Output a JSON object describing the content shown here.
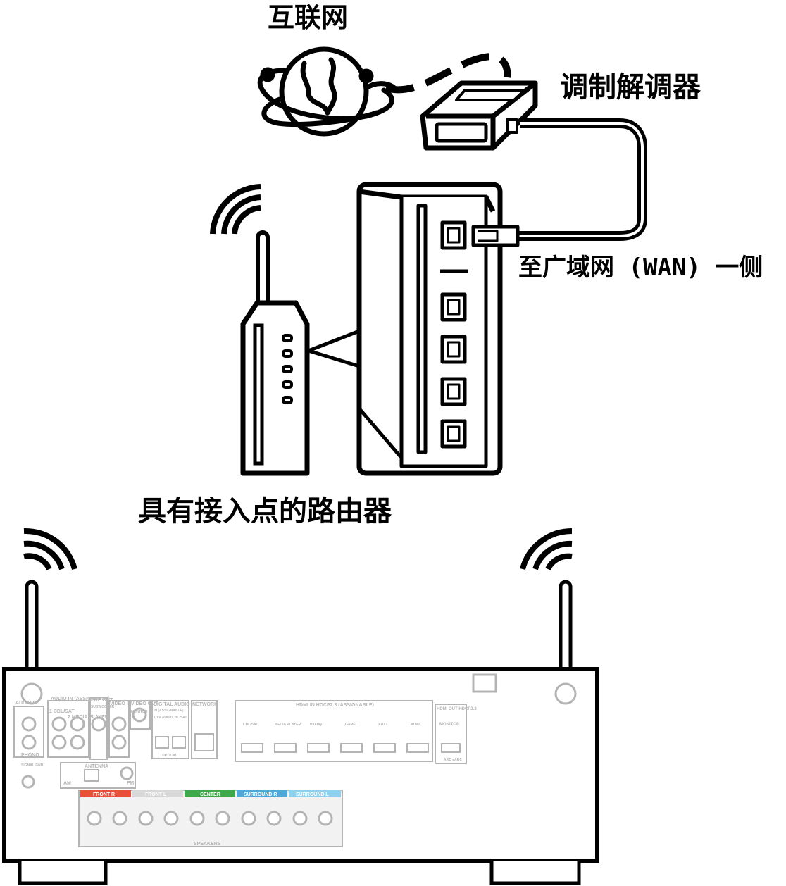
{
  "labels": {
    "internet": "互联网",
    "modem": "调制解调器",
    "wan_side": "至广域网 (WAN) 一侧",
    "router": "具有接入点的路由器"
  },
  "receiver_panel": {
    "audio_in": "AUDIO IN",
    "audio_in_assignable": "AUDIO IN (ASSIGNABLE)",
    "cbl_sat": "1 CBL/SAT",
    "media_player": "2 MEDIA PLAYER",
    "phono": "PHONO",
    "pre_out": "PRE OUT",
    "subwoofer": "SUBWOOFER",
    "video_in": "VIDEO IN",
    "video_out": "VIDEO OUT",
    "monitor": "MONITOR",
    "digital_audio": "DIGITAL AUDIO",
    "digital_assignable": "IN (ASSIGNABLE)",
    "tv_audio": "1 TV AUDIO",
    "cbl_sat_2": "2 CBL/SAT",
    "optical": "OPTICAL",
    "network": "NETWORK",
    "hdmi_in": "HDMI IN HDCP2.3 (ASSIGNABLE)",
    "hdmi_inputs": [
      "CBL/SAT",
      "MEDIA PLAYER",
      "Blu-ray",
      "GAME",
      "AUX1",
      "AUX2"
    ],
    "hdmi_out": "HDMI OUT HDCP2.3",
    "hdmi_monitor": "MONITOR",
    "arc": "ARC eARC",
    "antenna": "ANTENNA",
    "am": "AM",
    "fm": "FM",
    "signal_gnd": "SIGNAL GND",
    "speakers": "SPEAKERS",
    "front_r": "FRONT R",
    "front_l": "FRONT L",
    "center": "CENTER",
    "surround_r": "SURROUND R",
    "surround_l": "SURROUND L"
  },
  "colors": {
    "line": "#000000",
    "panel_gray": "#b4b4b4",
    "front_r": "#e8503a",
    "center": "#3ea84a",
    "surround_r": "#4fa8d8",
    "surround_l": "#8fd0ee"
  }
}
